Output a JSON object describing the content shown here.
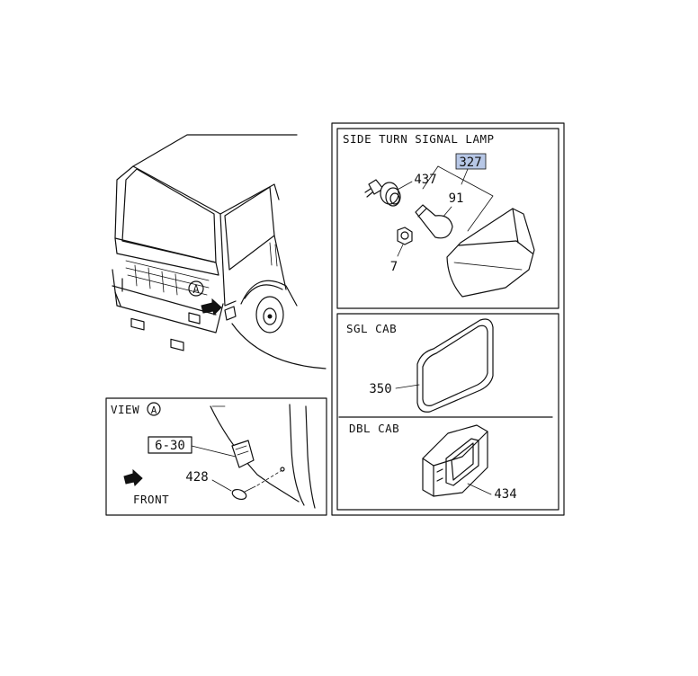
{
  "panels": {
    "side_turn_signal_lamp": "SIDE TURN SIGNAL LAMP",
    "sgl_cab": "SGL CAB",
    "dbl_cab": "DBL CAB",
    "view_a": "VIEW"
  },
  "view_marker": "A",
  "callouts": {
    "p327": "327",
    "p437": "437",
    "p91": "91",
    "p7": "7",
    "p350": "350",
    "p434": "434",
    "p428": "428",
    "ref_6_30": "6-30"
  },
  "front_label": "FRONT",
  "colors": {
    "highlight": "#b7c7e6",
    "line": "#111111"
  }
}
